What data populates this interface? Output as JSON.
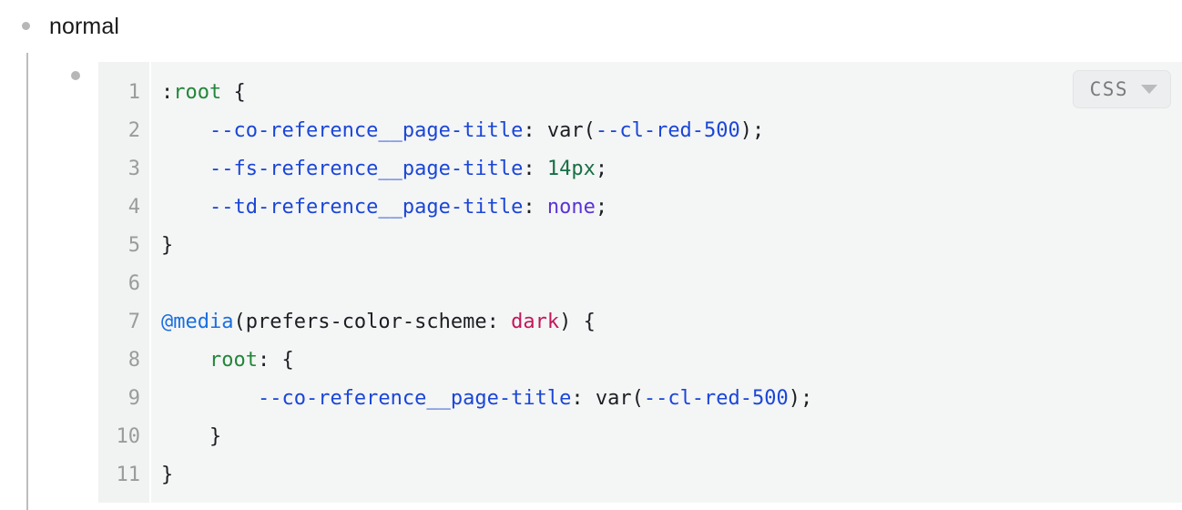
{
  "outline": {
    "top_item": {
      "label": "normal",
      "bullet_icon": "bullet-dot-icon"
    },
    "nested_item": {
      "bullet_icon": "bullet-dot-icon"
    }
  },
  "code_block": {
    "language_badge": {
      "label": "CSS",
      "chevron_icon": "chevron-down-icon"
    },
    "line_numbers": [
      "1",
      "2",
      "3",
      "4",
      "5",
      "6",
      "7",
      "8",
      "9",
      "10",
      "11"
    ],
    "lines": [
      {
        "number": "1",
        "text": ":root {",
        "tokens": [
          {
            "cls": "t-punct",
            "text": ":"
          },
          {
            "cls": "t-selector",
            "text": "root"
          },
          {
            "cls": "t-punct",
            "text": " {"
          }
        ]
      },
      {
        "number": "2",
        "text": "    --co-reference__page-title: var(--cl-red-500);",
        "tokens": [
          {
            "cls": "t-plain",
            "text": "    "
          },
          {
            "cls": "t-prop",
            "text": "--co-reference__page-title"
          },
          {
            "cls": "t-punct",
            "text": ": "
          },
          {
            "cls": "t-plain",
            "text": "var("
          },
          {
            "cls": "t-var",
            "text": "--cl-red-500"
          },
          {
            "cls": "t-punct",
            "text": ");"
          }
        ]
      },
      {
        "number": "3",
        "text": "    --fs-reference__page-title: 14px;",
        "tokens": [
          {
            "cls": "t-plain",
            "text": "    "
          },
          {
            "cls": "t-prop",
            "text": "--fs-reference__page-title"
          },
          {
            "cls": "t-punct",
            "text": ": "
          },
          {
            "cls": "t-number",
            "text": "14px"
          },
          {
            "cls": "t-punct",
            "text": ";"
          }
        ]
      },
      {
        "number": "4",
        "text": "    --td-reference__page-title: none;",
        "tokens": [
          {
            "cls": "t-plain",
            "text": "    "
          },
          {
            "cls": "t-prop",
            "text": "--td-reference__page-title"
          },
          {
            "cls": "t-punct",
            "text": ": "
          },
          {
            "cls": "t-keyword",
            "text": "none"
          },
          {
            "cls": "t-punct",
            "text": ";"
          }
        ]
      },
      {
        "number": "5",
        "text": "}",
        "tokens": [
          {
            "cls": "t-punct",
            "text": "}"
          }
        ]
      },
      {
        "number": "6",
        "text": "",
        "tokens": []
      },
      {
        "number": "7",
        "text": "@media(prefers-color-scheme: dark) {",
        "tokens": [
          {
            "cls": "t-atrule",
            "text": "@media"
          },
          {
            "cls": "t-plain",
            "text": "(prefers-color-scheme: "
          },
          {
            "cls": "t-value",
            "text": "dark"
          },
          {
            "cls": "t-plain",
            "text": ") {"
          }
        ]
      },
      {
        "number": "8",
        "text": "    root: {",
        "tokens": [
          {
            "cls": "t-plain",
            "text": "    "
          },
          {
            "cls": "t-selector",
            "text": "root"
          },
          {
            "cls": "t-punct",
            "text": ": {"
          }
        ]
      },
      {
        "number": "9",
        "text": "        --co-reference__page-title: var(--cl-red-500);",
        "tokens": [
          {
            "cls": "t-plain",
            "text": "        "
          },
          {
            "cls": "t-prop",
            "text": "--co-reference__page-title"
          },
          {
            "cls": "t-punct",
            "text": ": "
          },
          {
            "cls": "t-plain",
            "text": "var("
          },
          {
            "cls": "t-var",
            "text": "--cl-red-500"
          },
          {
            "cls": "t-punct",
            "text": ");"
          }
        ]
      },
      {
        "number": "10",
        "text": "    }",
        "tokens": [
          {
            "cls": "t-plain",
            "text": "    "
          },
          {
            "cls": "t-punct",
            "text": "}"
          }
        ]
      },
      {
        "number": "11",
        "text": "}",
        "tokens": [
          {
            "cls": "t-punct",
            "text": "}"
          }
        ]
      }
    ]
  },
  "colors": {
    "code_background": "#f4f5f5",
    "gutter_background": "#f1f2f2",
    "line_number": "#9b9b9b",
    "selector_green": "#22863a",
    "variable_blue": "#1a46d8",
    "number_green": "#176f45",
    "keyword_purple": "#5b32d6",
    "atrule_blue": "#1a6fe0",
    "value_crimson": "#c2185b",
    "plain_text": "#1b1f23",
    "bullet_gray": "#b7b7b7",
    "guide_line": "#bdbdbd"
  }
}
